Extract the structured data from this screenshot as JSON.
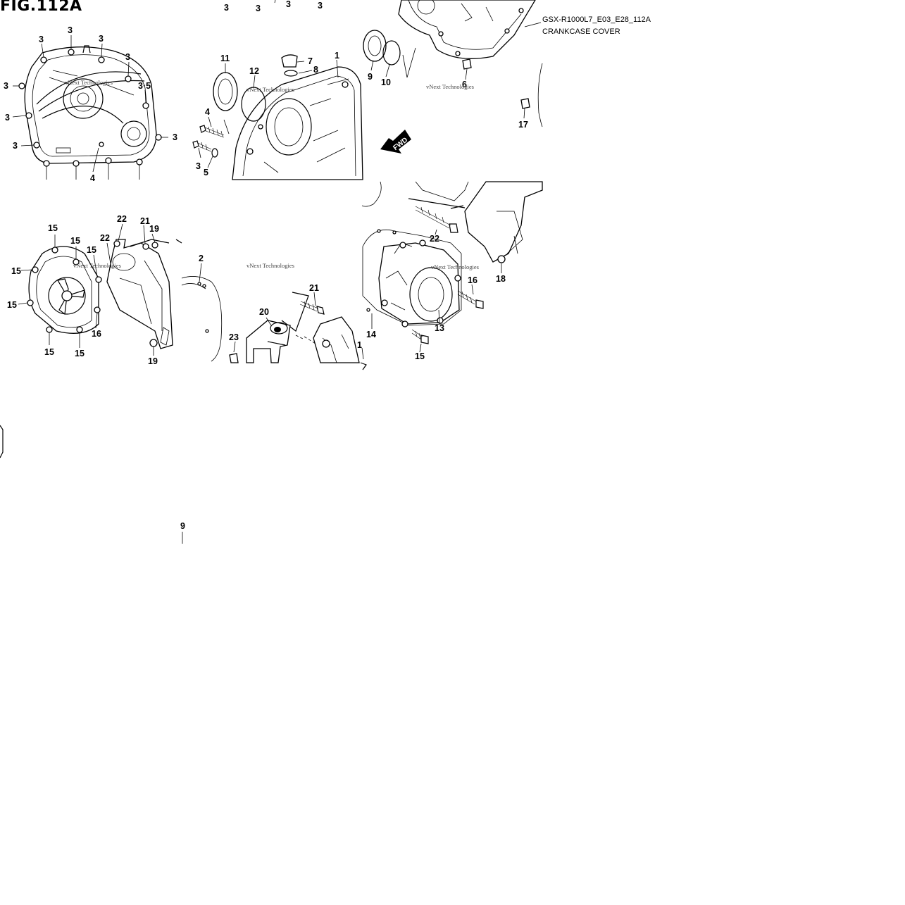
{
  "figure": {
    "title": "FIG.112A",
    "model_code": "GSX-R1000L7_E03_E28_112A",
    "name": "CRANKCASE COVER"
  },
  "watermark": "vNext Technologies",
  "fwd_label": "FWD",
  "callouts": {
    "c_top_3a": "3",
    "c_top_3b": "3",
    "c_top_3c": "3",
    "c_top_3d": "3",
    "c1_3a": "3",
    "c1_3b": "3",
    "c1_3c": "3",
    "c1_3d": "3",
    "c1_3e": "3",
    "c1_3f": "3",
    "c1_3g": "3",
    "c1_35": "3·5",
    "c1_3h": "3",
    "c1_4": "4",
    "c2_11": "11",
    "c2_12": "12",
    "c2_7": "7",
    "c2_8": "8",
    "c2_1": "1",
    "c2_4": "4",
    "c2_3": "3",
    "c2_5": "5",
    "c3_9": "9",
    "c3_10": "10",
    "c3_6": "6",
    "c3_17": "17",
    "c4_15a": "15",
    "c4_15b": "15",
    "c4_15c": "15",
    "c4_15d": "15",
    "c4_15e": "15",
    "c4_15f": "15",
    "c4_15g": "15",
    "c4_16": "16",
    "c4_22a": "22",
    "c4_22b": "22",
    "c4_21": "21",
    "c4_19a": "19",
    "c4_19b": "19",
    "c4_2": "2",
    "c5_21": "21",
    "c5_20": "20",
    "c5_23": "23",
    "c5_1": "1",
    "c6_22": "22",
    "c6_18": "18",
    "c6_16": "16",
    "c6_13": "13",
    "c6_14": "14",
    "c6_15": "15",
    "c7_9": "9"
  }
}
